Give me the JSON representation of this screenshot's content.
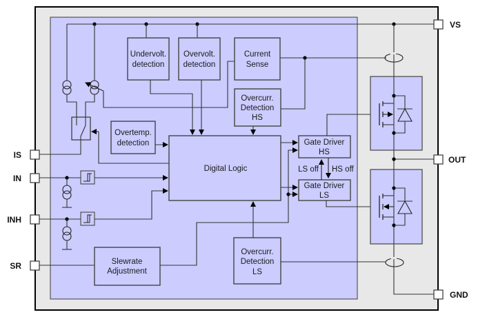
{
  "diagram": {
    "title": "",
    "colors": {
      "outer_fill": "#e8e8e8",
      "inner_fill": "#ccccff",
      "line": "#333333"
    },
    "pins": {
      "vs": "VS",
      "out": "OUT",
      "gnd": "GND",
      "is": "IS",
      "in": "IN",
      "inh": "INH",
      "sr": "SR"
    },
    "blocks": {
      "undervolt": [
        "Undervolt.",
        "detection"
      ],
      "overvolt": [
        "Overvolt.",
        "detection"
      ],
      "current_sense": [
        "Current",
        "Sense"
      ],
      "overcurr_hs": [
        "Overcurr.",
        "Detection",
        "HS"
      ],
      "overtemp": [
        "Overtemp.",
        "detection"
      ],
      "digital_logic": "Digital Logic",
      "gate_driver_hs": [
        "Gate Driver",
        "HS"
      ],
      "gate_driver_ls": [
        "Gate Driver",
        "LS"
      ],
      "slewrate": [
        "Slewrate",
        "Adjustment"
      ],
      "overcurr_ls": [
        "Overcurr.",
        "Detection",
        "LS"
      ]
    },
    "signals": {
      "ls_off": "LS off",
      "hs_off": "HS off"
    },
    "symbols": [
      "current-source",
      "adjustable-current-source",
      "switch",
      "schmitt-trigger",
      "n-mosfet-high-side",
      "n-mosfet-low-side",
      "freewheel-diode",
      "current-sensing-loop"
    ]
  }
}
